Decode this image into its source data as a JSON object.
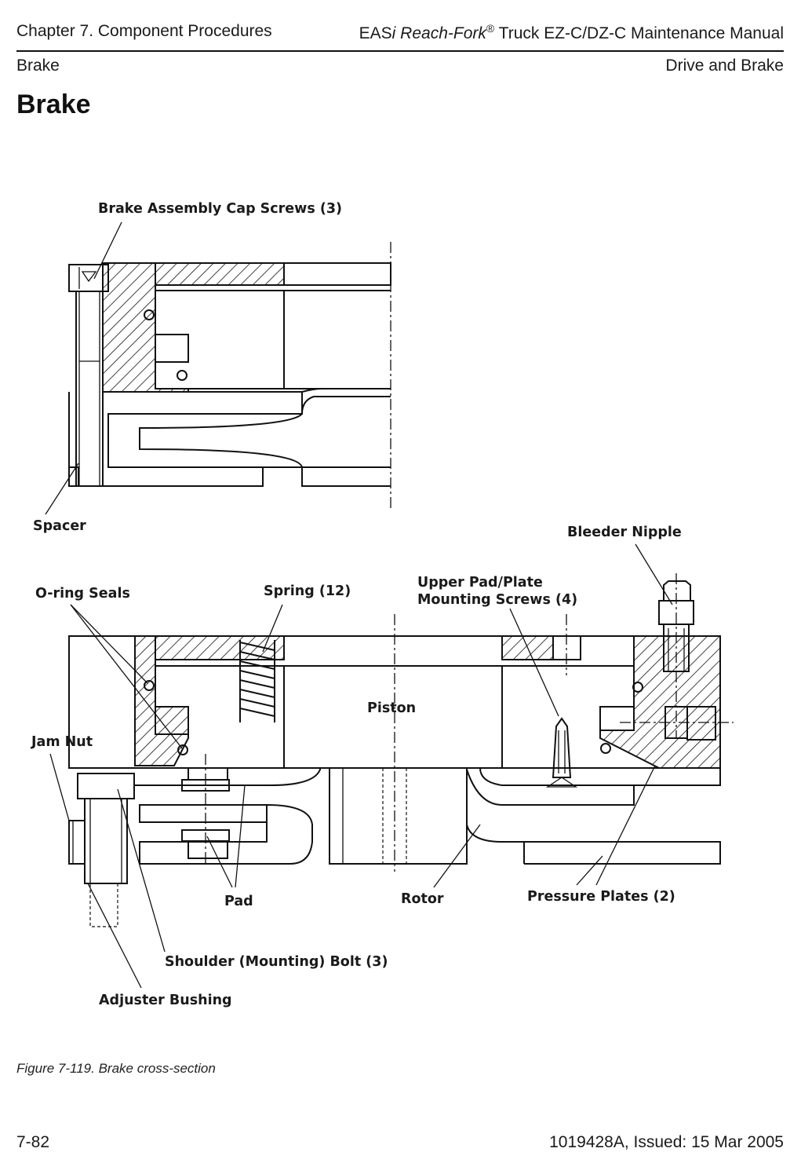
{
  "header": {
    "chapter": "Chapter 7.  Component Procedures",
    "manual_prefix": "EAS",
    "manual_italic": "i Reach-Fork",
    "manual_reg": "®",
    "manual_suffix": " Truck EZ-C/DZ-C Maintenance Manual",
    "section_left": "Brake",
    "section_right": "Drive and Brake"
  },
  "page_title": "Brake",
  "figure": {
    "labels": {
      "cap_screws": "Brake Assembly Cap Screws (3)",
      "spacer": "Spacer",
      "bleeder": "Bleeder Nipple",
      "oring": "O-ring Seals",
      "spring": "Spring (12)",
      "upper_pad_1": "Upper Pad/Plate",
      "upper_pad_2": "Mounting Screws (4)",
      "piston": "Piston",
      "jam_nut": "Jam Nut",
      "pad": "Pad",
      "rotor": "Rotor",
      "pressure_plates": "Pressure Plates (2)",
      "shoulder_bolt": "Shoulder (Mounting) Bolt (3)",
      "adjuster_bushing": "Adjuster Bushing"
    },
    "caption": "Figure 7-119.  Brake cross-section"
  },
  "footer": {
    "page_number": "7-82",
    "doc_id": "1019428A, Issued: 15 Mar 2005"
  }
}
